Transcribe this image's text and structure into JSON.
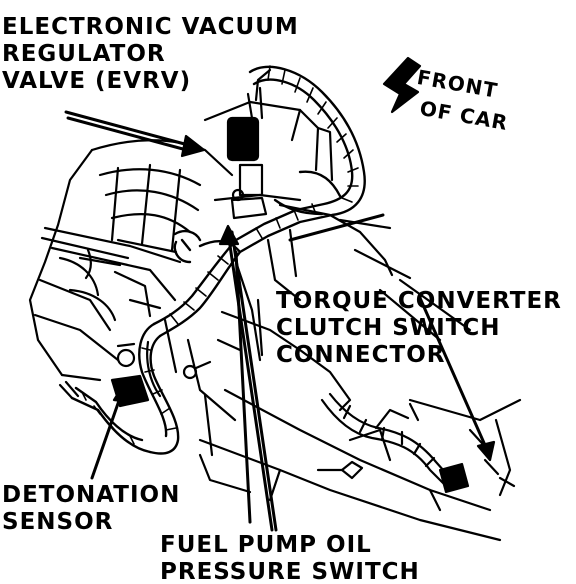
{
  "labels": {
    "evrv": [
      "ELECTRONIC VACUUM",
      "REGULATOR",
      "VALVE (EVRV)"
    ],
    "front_of_car": [
      "FRONT",
      "OF CAR"
    ],
    "torque_converter": [
      "TORQUE CONVERTER",
      "CLUTCH SWITCH",
      "CONNECTOR"
    ],
    "detonation_sensor": [
      "DETONATION",
      "SENSOR"
    ],
    "fuel_pump": [
      "FUEL PUMP OIL",
      "PRESSURE SWITCH"
    ]
  },
  "colors": {
    "ink": "#000000",
    "paper": "#ffffff"
  }
}
